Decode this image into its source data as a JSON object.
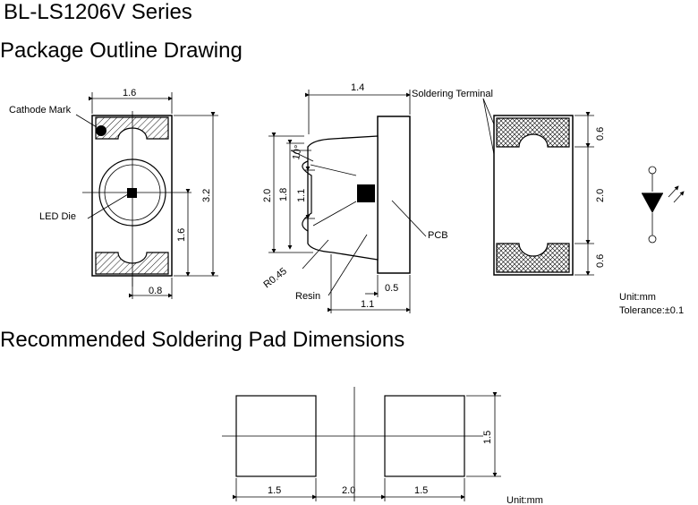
{
  "header": {
    "title": "BL-LS1206V Series",
    "outline_title": "Package Outline Drawing",
    "pad_title": "Recommended Soldering Pad Dimensions"
  },
  "front_view": {
    "cathode_label": "Cathode Mark",
    "die_label": "LED Die",
    "dim_width": "1.6",
    "dim_height": "3.2",
    "dim_die_height": "1.6",
    "dim_half_width": "0.8"
  },
  "side_view": {
    "dim_top": "1.4",
    "terminal_label": "Soldering Terminal",
    "angle": "10°",
    "dim_20": "2.0",
    "dim_18": "1.8",
    "dim_11v": "1.1",
    "radius": "R0.45",
    "resin_label": "Resin",
    "pcb_label": "PCB",
    "dim_05": "0.5",
    "dim_11h": "1.1"
  },
  "back_view": {
    "dim_top": "0.6",
    "dim_mid": "2.0",
    "dim_bot": "0.6"
  },
  "notes": {
    "unit": "Unit:mm",
    "tolerance": "Tolerance:±0.1"
  },
  "pads": {
    "dim_left": "1.5",
    "dim_gap": "2.0",
    "dim_right": "1.5",
    "dim_height": "1.5",
    "unit": "Unit:mm"
  }
}
